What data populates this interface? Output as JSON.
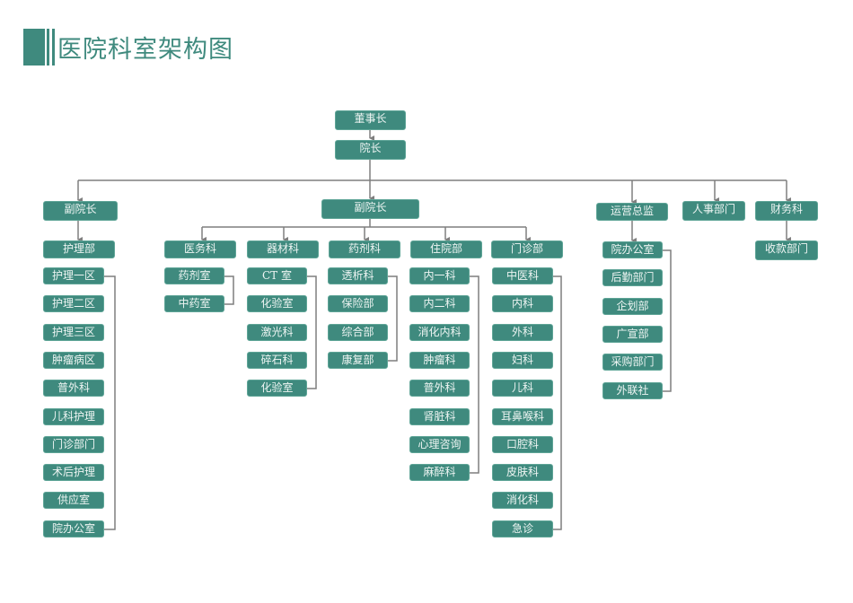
{
  "title": "医院科室架构图",
  "colors": {
    "node": "#3f8a7e",
    "line": "#7f7f7f"
  },
  "top": {
    "chairman": "董事长",
    "president": "院长"
  },
  "level2": {
    "vp_left": "副院长",
    "vp_center": "副院长",
    "ops_director": "运营总监",
    "hr": "人事部门",
    "finance": "财务科"
  },
  "columns": [
    {
      "header": "护理部",
      "items": [
        "护理一区",
        "护理二区",
        "护理三区",
        "肿瘤病区",
        "普外科",
        "儿科护理",
        "门诊部门",
        "术后护理",
        "供应室",
        "院办公室"
      ]
    },
    {
      "header": "医务科",
      "items": [
        "药剂室",
        "中药室"
      ]
    },
    {
      "header": "器材科",
      "items": [
        "CT 室",
        "化验室",
        "激光科",
        "碎石科",
        "化验室"
      ]
    },
    {
      "header": "药剂科",
      "items": [
        "透析科",
        "保险部",
        "综合部",
        "康复部"
      ]
    },
    {
      "header": "住院部",
      "items": [
        "内一科",
        "内二科",
        "消化内科",
        "肿瘤科",
        "普外科",
        "肾脏科",
        "心理咨询",
        "麻醉科"
      ]
    },
    {
      "header": "门诊部",
      "items": [
        "中医科",
        "内科",
        "外科",
        "妇科",
        "儿科",
        "耳鼻喉科",
        "口腔科",
        "皮肤科",
        "消化科",
        "急诊"
      ]
    }
  ],
  "ops_items": [
    "院办公室",
    "后勤部门",
    "企划部",
    "广宣部",
    "采购部门",
    "外联社"
  ],
  "finance_items": [
    "收款部门"
  ]
}
